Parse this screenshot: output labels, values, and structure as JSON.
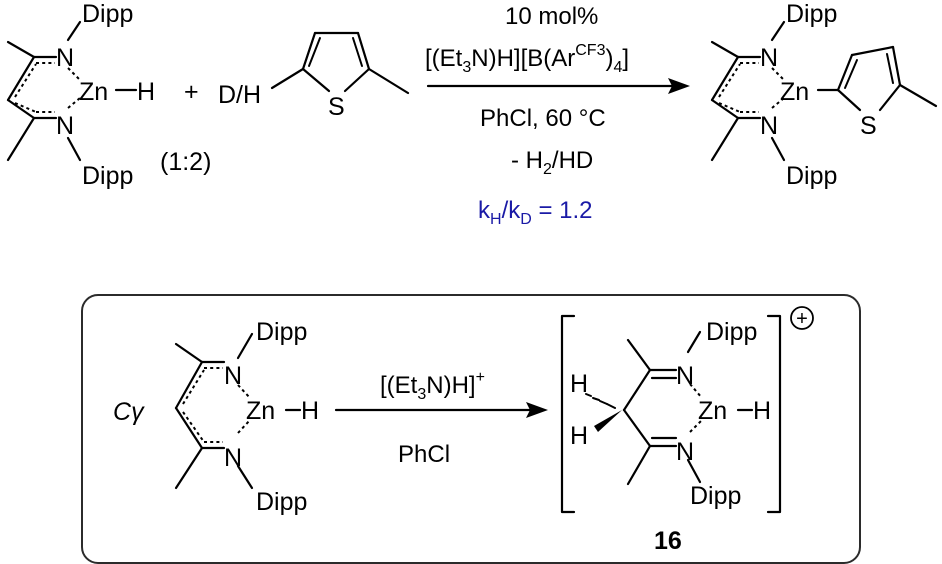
{
  "colors": {
    "ink": "#000000",
    "kie": "#1a1aa6",
    "frame": "#2b2b2b"
  },
  "labels": {
    "dipp": "Dipp",
    "n": "N",
    "zn": "Zn",
    "h": "H",
    "s": "S",
    "dh": "D/H",
    "plus": "+",
    "ratio": "(1:2)",
    "cgamma_c": "C",
    "cgamma_g": "γ",
    "compound": "16"
  },
  "top_conditions": {
    "loading": "10 mol%",
    "cat_pre": "[(Et",
    "cat_sub3": "3",
    "cat_mid": "N)H][B(Ar",
    "cat_sup": "CF3",
    "cat_post": ")",
    "cat_sub4": "4",
    "cat_end": "]",
    "solvent": "PhCl, 60 °C",
    "loss_pre": "- H",
    "loss_sub": "2",
    "loss_post": "/HD",
    "kie_k1": "k",
    "kie_h": "H",
    "kie_sep": "/k",
    "kie_d": "D",
    "kie_val": " = 1.2"
  },
  "bottom_conditions": {
    "reagent_pre": "[(Et",
    "reagent_sub": "3",
    "reagent_post": "N)H]",
    "reagent_sup": "+",
    "solvent": "PhCl"
  },
  "charge": "+"
}
